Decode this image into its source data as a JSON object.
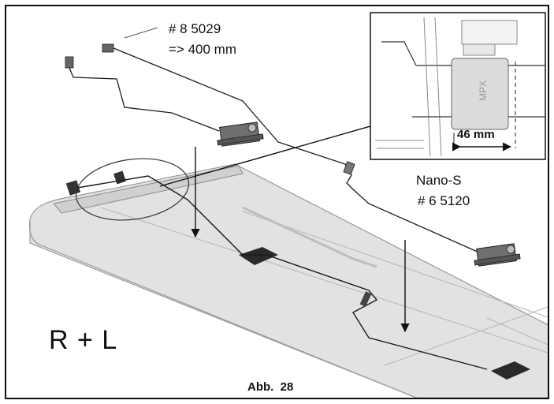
{
  "labels": {
    "cable_part_number": "# 8 5029",
    "cable_length": "=> 400 mm",
    "servo_name": "Nano-S",
    "servo_part_number": "# 6 5120",
    "inset_dimension": "46 mm",
    "inset_marking": "MPX",
    "wing_side": "R + L",
    "figure_caption": "Abb.  28"
  },
  "colors": {
    "line": "#1a1a1a",
    "wing_fill": "#e2e2e2",
    "wing_edge": "#bdbdbd",
    "servo": "#6f6f6f",
    "background": "#ffffff"
  }
}
